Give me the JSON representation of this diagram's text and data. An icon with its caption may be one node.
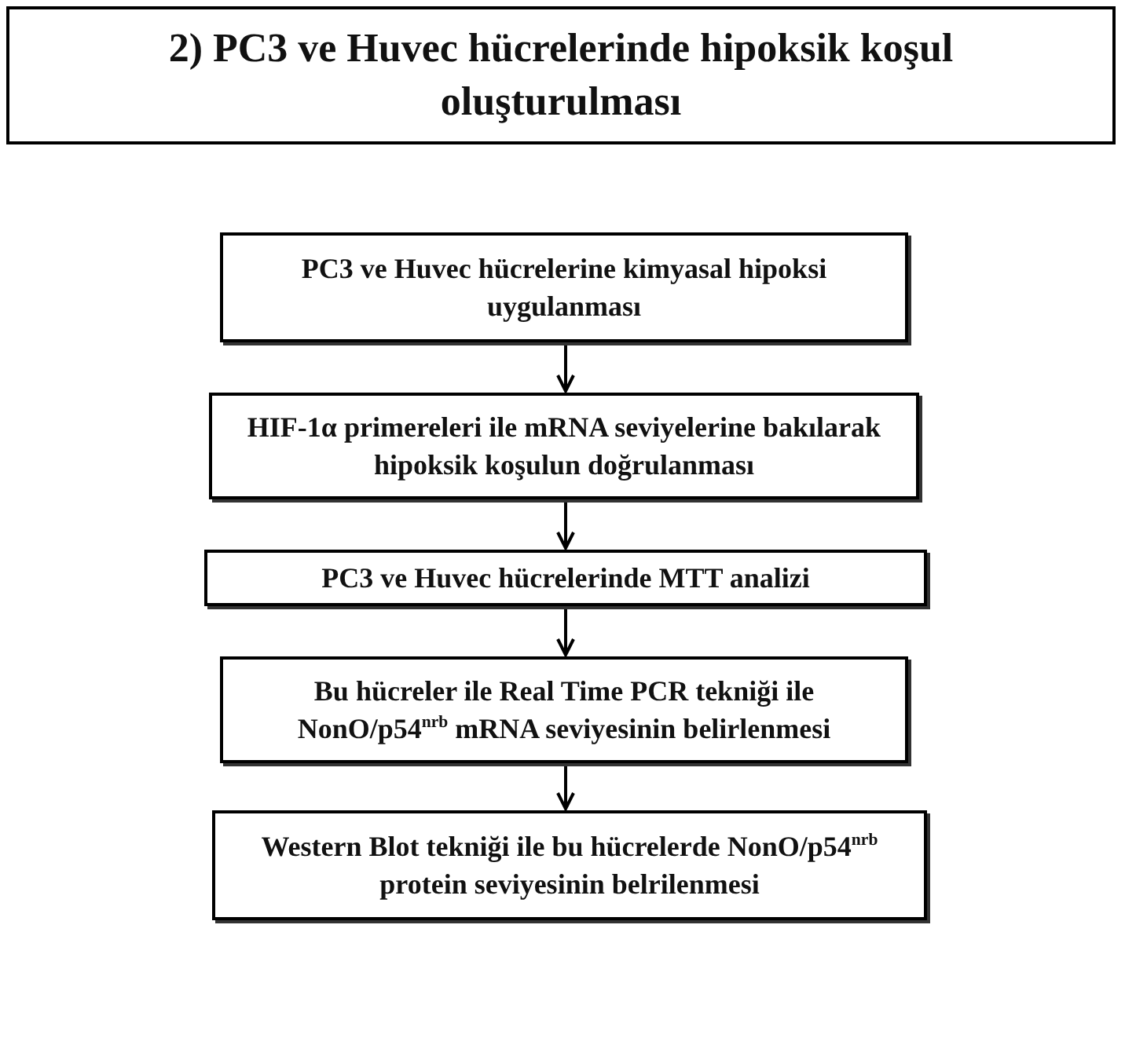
{
  "diagram": {
    "title": "2) PC3 ve Huvec hücrelerinde hipoksik koşul oluşturulması",
    "nodes": [
      {
        "text": [
          "PC3 ve Huvec hücrelerine kimyasal hipoksi uygulanması"
        ]
      },
      {
        "text": [
          "HIF-1α primereleri ile mRNA seviyelerine bakılarak hipoksik koşulun doğrulanması"
        ]
      },
      {
        "text": [
          "PC3 ve Huvec hücrelerinde MTT analizi"
        ]
      },
      {
        "text": [
          "Bu hücreler ile Real Time PCR tekniği ile NonO/p54$^{nrb}$ mRNA seviyesinin belirlenmesi"
        ]
      },
      {
        "text": [
          "Western Blot tekniği ile bu hücrelerde NonO/p54$^{nrb}$ protein seviyesinin belrilenmesi"
        ]
      }
    ],
    "edges": [
      {
        "from": 0,
        "to": 1,
        "arrow": "to"
      },
      {
        "from": 1,
        "to": 2,
        "arrow": "to"
      },
      {
        "from": 2,
        "to": 3,
        "arrow": "to"
      },
      {
        "from": 3,
        "to": 4,
        "arrow": "to"
      }
    ]
  }
}
